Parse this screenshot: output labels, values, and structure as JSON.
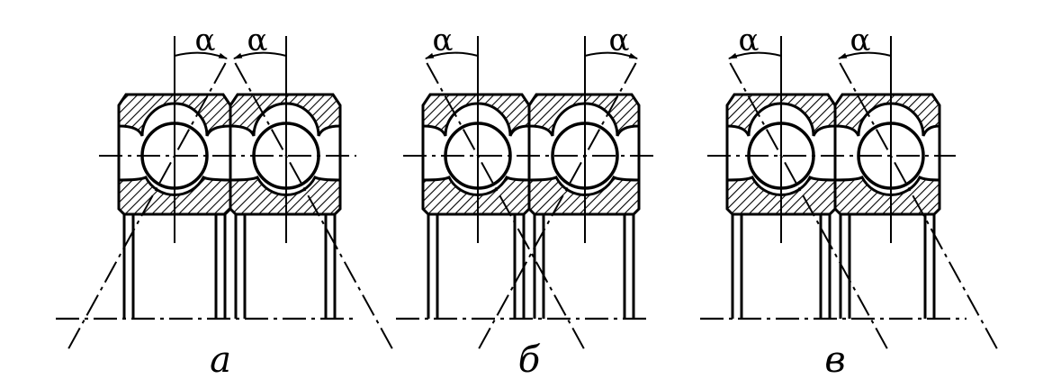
{
  "diagram": {
    "arrangements": [
      {
        "label": "а",
        "angle_label_left": "α",
        "angle_label_right": "α"
      },
      {
        "label": "б",
        "angle_label_left": "α",
        "angle_label_right": "α"
      },
      {
        "label": "в",
        "angle_label_left": "α",
        "angle_label_right": "α"
      }
    ]
  }
}
